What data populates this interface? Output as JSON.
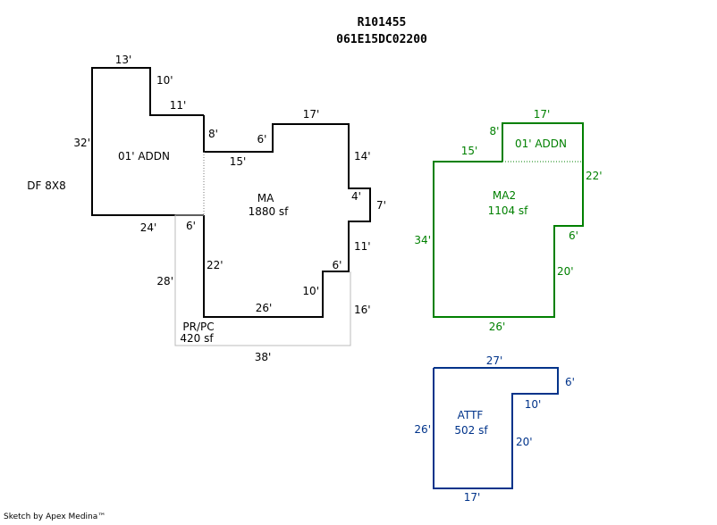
{
  "header": {
    "parcel_id": "R101455",
    "map_tax_lot": "061E15DC02200"
  },
  "footer": {
    "credit": "Sketch by Apex Medina™"
  },
  "colors": {
    "black": "#000000",
    "gray": "#bbbbbb",
    "green": "#008000",
    "blue": "#00338a"
  },
  "main_sketch": {
    "addn": {
      "name": "01' ADDN"
    },
    "ma": {
      "name": "MA",
      "area": "1880 sf"
    },
    "prpc": {
      "name": "PR/PC",
      "area": "420 sf"
    },
    "df": {
      "name": "DF 8X8"
    },
    "dims": {
      "d13": "13'",
      "d10a": "10'",
      "d11a": "11'",
      "d32": "32'",
      "d24": "24'",
      "d8": "8'",
      "d6a": "6'",
      "d15": "15'",
      "d17": "17'",
      "d14": "14'",
      "d4": "4'",
      "d7": "7'",
      "d11b": "11'",
      "d6b": "6'",
      "d10b": "10'",
      "d26": "26'",
      "d22": "22'",
      "d6c": "6'",
      "d28": "28'",
      "d16": "16'",
      "d38": "38'"
    }
  },
  "ma2_sketch": {
    "addn": {
      "name": "01' ADDN"
    },
    "ma2": {
      "name": "MA2",
      "area": "1104 sf"
    },
    "dims": {
      "d8": "8'",
      "d17": "17'",
      "d15": "15'",
      "d22": "22'",
      "d34": "34'",
      "d6": "6'",
      "d20": "20'",
      "d26": "26'"
    }
  },
  "attf_sketch": {
    "attf": {
      "name": "ATTF",
      "area": "502 sf"
    },
    "dims": {
      "d27": "27'",
      "d6": "6'",
      "d10": "10'",
      "d26": "26'",
      "d20": "20'",
      "d17": "17'"
    }
  }
}
